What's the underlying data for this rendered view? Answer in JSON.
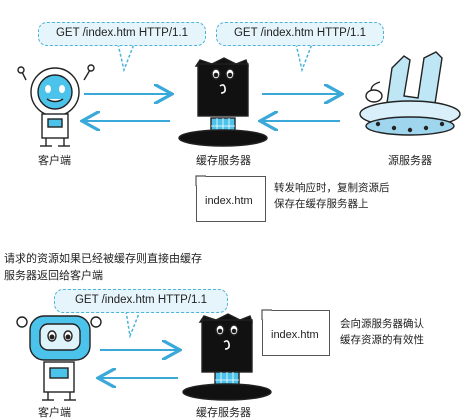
{
  "top": {
    "request_bubble_left": "GET /index.htm HTTP/1.1",
    "request_bubble_right": "GET /index.htm HTTP/1.1",
    "client_label": "客户端",
    "cache_label": "缓存服务器",
    "origin_label": "源服务器",
    "file_name": "index.htm",
    "note_line1": "转发响应时，复制资源后",
    "note_line2": "保存在缓存服务器上"
  },
  "middle": {
    "caption_line1": "请求的资源如果已经被缓存则直接由缓存",
    "caption_line2": "服务器返回给客户端"
  },
  "bottom": {
    "request_bubble": "GET /index.htm HTTP/1.1",
    "client_label": "客户端",
    "cache_label": "缓存服务器",
    "file_name": "index.htm",
    "note_line1": "会向源服务器确认",
    "note_line2": "缓存资源的有效性"
  },
  "colors": {
    "accent_blue": "#3aa8d8",
    "bubble_fill": "#e6f5fb",
    "ink": "#222222"
  }
}
